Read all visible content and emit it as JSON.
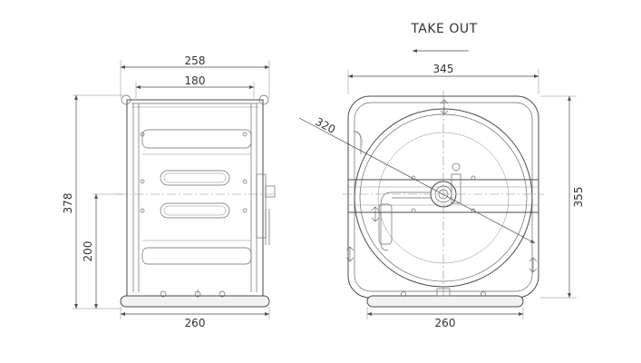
{
  "direction_label": "TAKE OUT",
  "side_view": {
    "top_width": "258",
    "inner_width": "180",
    "total_height": "378",
    "axis_height": "200",
    "base_width": "260"
  },
  "front_view": {
    "top_width": "345",
    "drum_diameter": "320",
    "total_height": "355",
    "base_width": "260"
  }
}
